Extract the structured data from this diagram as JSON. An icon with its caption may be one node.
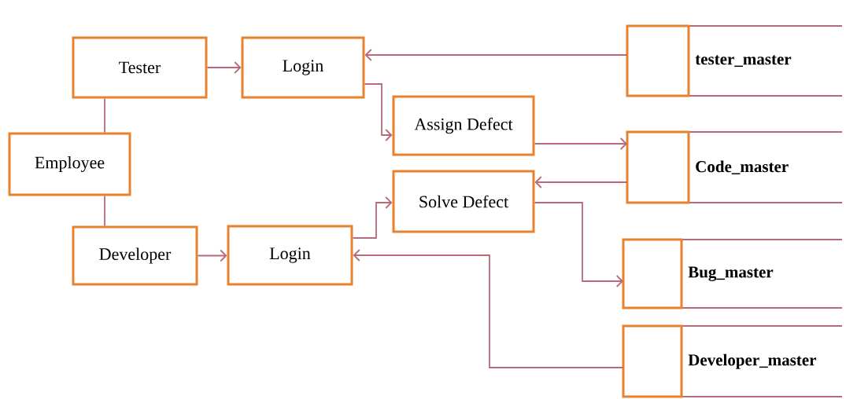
{
  "diagram": {
    "nodes": [
      {
        "text": [
          "Employee"
        ]
      },
      {
        "text": [
          "Tester"
        ]
      },
      {
        "text": [
          "Developer"
        ]
      },
      {
        "text": [
          "Login"
        ]
      },
      {
        "text": [
          "Login"
        ]
      },
      {
        "text": [
          "Assign Defect"
        ]
      },
      {
        "text": [
          "Solve Defect"
        ]
      },
      {
        "text": [
          "tester_master"
        ]
      },
      {
        "text": [
          "Code_master"
        ]
      },
      {
        "text": [
          "Bug_master"
        ]
      },
      {
        "text": [
          "Developer_master"
        ]
      }
    ],
    "edges": [
      {
        "from": 0,
        "to": 1,
        "arrow": "none"
      },
      {
        "from": 0,
        "to": 2,
        "arrow": "none"
      },
      {
        "from": 1,
        "to": 3,
        "arrow": "to"
      },
      {
        "from": 2,
        "to": 4,
        "arrow": "to"
      },
      {
        "from": 3,
        "to": 5,
        "arrow": "to"
      },
      {
        "from": 4,
        "to": 6,
        "arrow": "to"
      },
      {
        "from": 7,
        "to": 3,
        "arrow": "to"
      },
      {
        "from": 5,
        "to": 8,
        "arrow": "to"
      },
      {
        "from": 8,
        "to": 6,
        "arrow": "to"
      },
      {
        "from": 6,
        "to": 9,
        "arrow": "to"
      },
      {
        "from": 10,
        "to": 4,
        "arrow": "to"
      }
    ]
  }
}
